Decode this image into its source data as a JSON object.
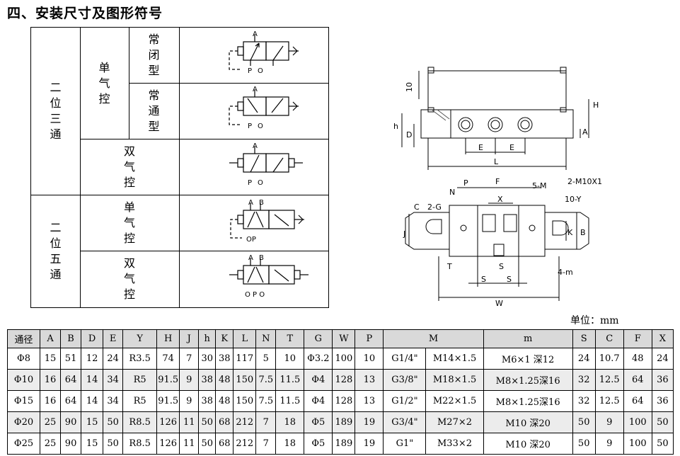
{
  "title": "四、安装尺寸及图形符号",
  "symbols": {
    "group_3way": [
      "二",
      "位",
      "三",
      "通"
    ],
    "group_5way": [
      "二",
      "位",
      "五",
      "通"
    ],
    "single": [
      "单",
      "气",
      "控"
    ],
    "nc": [
      "常",
      "闭",
      "型"
    ],
    "no": [
      "常",
      "通",
      "型"
    ],
    "double": [
      "双",
      "气",
      "控"
    ],
    "port_A": "A",
    "port_B": "B",
    "port_P": "P",
    "port_O": "O",
    "port_OP": "OP",
    "port_OPO": "O P O"
  },
  "drawing": {
    "dim_10": "10",
    "dim_H": "H",
    "dim_h": "h",
    "dim_D": "D",
    "dim_A": "A",
    "dim_E1": "E",
    "dim_E2": "E",
    "dim_L": "L",
    "dim_P": "P",
    "dim_F": "F",
    "dim_5M": "5-M",
    "dim_2M10": "2-M10X1",
    "dim_N": "N",
    "dim_X": "X",
    "dim_10Y": "10-Y",
    "dim_C": "C",
    "dim_2G": "2-G",
    "dim_J": "J",
    "dim_K": "K",
    "dim_B": "B",
    "dim_T": "T",
    "dim_S1": "S",
    "dim_S2": "S",
    "dim_S3": "S",
    "dim_4m": "4-m",
    "dim_W": "W"
  },
  "unit": "单位：mm",
  "table": {
    "headers": [
      "通径",
      "A",
      "B",
      "D",
      "E",
      "Y",
      "H",
      "J",
      "h",
      "K",
      "L",
      "N",
      "T",
      "G",
      "W",
      "P",
      "M",
      "m",
      "S",
      "C",
      "F",
      "X"
    ],
    "rows": [
      [
        "Φ8",
        "15",
        "51",
        "12",
        "24",
        "R3.5",
        "74",
        "7",
        "30",
        "38",
        "117",
        "5",
        "10",
        "Φ3.2",
        "100",
        "10",
        "G1/4\"",
        "M14×1.5",
        "M6×1 深12",
        "24",
        "10.7",
        "48",
        "24"
      ],
      [
        "Φ10",
        "16",
        "64",
        "14",
        "34",
        "R5",
        "91.5",
        "9",
        "38",
        "48",
        "150",
        "7.5",
        "11.5",
        "Φ4",
        "128",
        "13",
        "G3/8\"",
        "M18×1.5",
        "M8×1.25深16",
        "32",
        "12.5",
        "64",
        "36"
      ],
      [
        "Φ15",
        "16",
        "64",
        "14",
        "34",
        "R5",
        "91.5",
        "9",
        "38",
        "48",
        "150",
        "7.5",
        "11.5",
        "Φ4",
        "128",
        "13",
        "G1/2\"",
        "M22×1.5",
        "M8×1.25深16",
        "32",
        "12.5",
        "64",
        "36"
      ],
      [
        "Φ20",
        "25",
        "90",
        "15",
        "50",
        "R8.5",
        "126",
        "11",
        "50",
        "68",
        "212",
        "7",
        "18",
        "Φ5",
        "189",
        "19",
        "G3/4\"",
        "M27×2",
        "M10 深20",
        "50",
        "9",
        "100",
        "50"
      ],
      [
        "Φ25",
        "25",
        "90",
        "15",
        "50",
        "R8.5",
        "126",
        "11",
        "50",
        "68",
        "212",
        "7",
        "18",
        "Φ5",
        "189",
        "19",
        "G1\"",
        "M33×2",
        "M10 深20",
        "50",
        "9",
        "100",
        "50"
      ]
    ]
  }
}
